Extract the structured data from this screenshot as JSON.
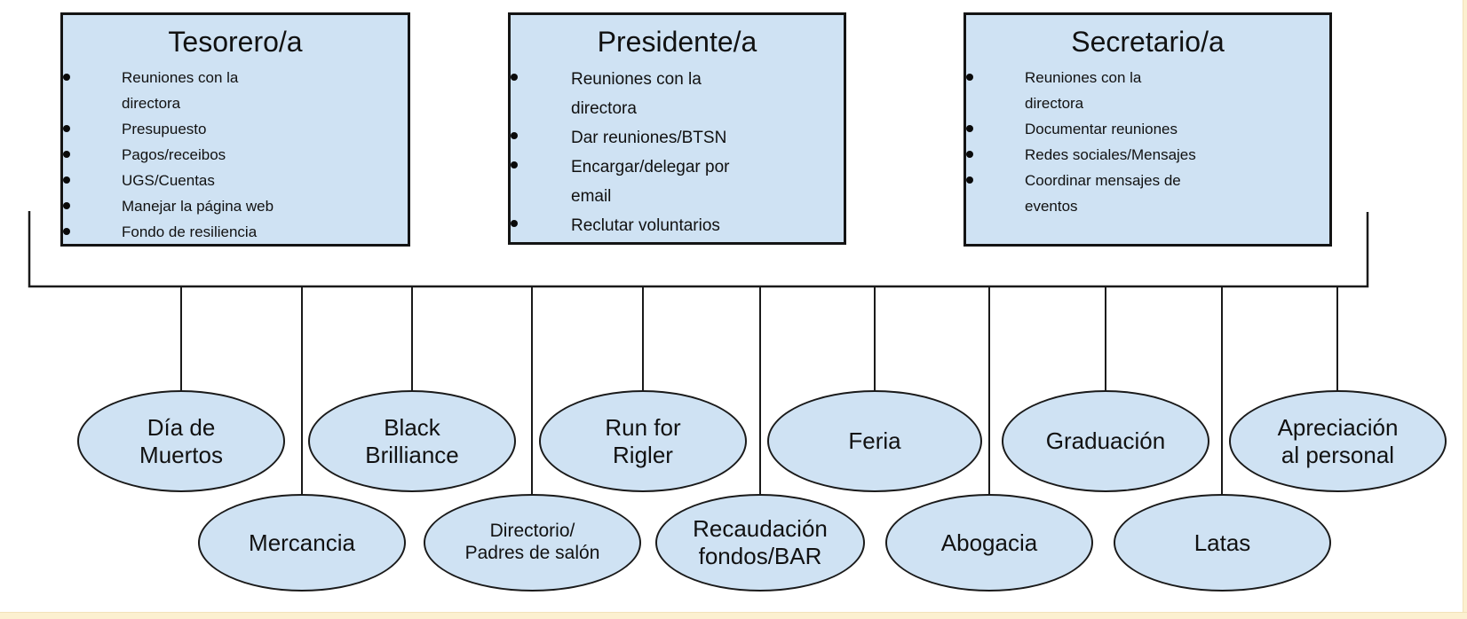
{
  "diagram_title": "",
  "colors": {
    "shape_fill": "#cfe2f3",
    "shape_border": "#1a1a1a",
    "connector_line": "#1a1a1a",
    "canvas_background": "#ffffff",
    "app_edge_background": "#fcf0d0"
  },
  "boxes": [
    {
      "title": "Tesorero/a",
      "items": [
        "Reuniones con la\ndirectora",
        "Presupuesto",
        "Pagos/receibos",
        "UGS/Cuentas",
        "Manejar la página web",
        "Fondo de resiliencia"
      ]
    },
    {
      "title": "Presidente/a",
      "items": [
        "Reuniones con la\ndirectora",
        "Dar reuniones/BTSN",
        "Encargar/delegar por\nemail",
        "Reclutar voluntarios"
      ]
    },
    {
      "title": "Secretario/a",
      "items": [
        "Reuniones con la\ndirectora",
        "Documentar reuniones",
        "Redes sociales/Mensajes",
        "Coordinar mensajes de\neventos"
      ]
    }
  ],
  "events": {
    "top": [
      {
        "label": "Día de\nMuertos"
      },
      {
        "label": "Black\nBrilliance"
      },
      {
        "label": "Run for\nRigler"
      },
      {
        "label": "Feria"
      },
      {
        "label": "Graduación"
      },
      {
        "label": "Apreciación\nal personal"
      }
    ],
    "bottom": [
      {
        "label": "Mercancia"
      },
      {
        "label": "Directorio/\nPadres de salón"
      },
      {
        "label": "Recaudación\nfondos/BAR"
      },
      {
        "label": "Abogacia"
      },
      {
        "label": "Latas"
      }
    ]
  }
}
